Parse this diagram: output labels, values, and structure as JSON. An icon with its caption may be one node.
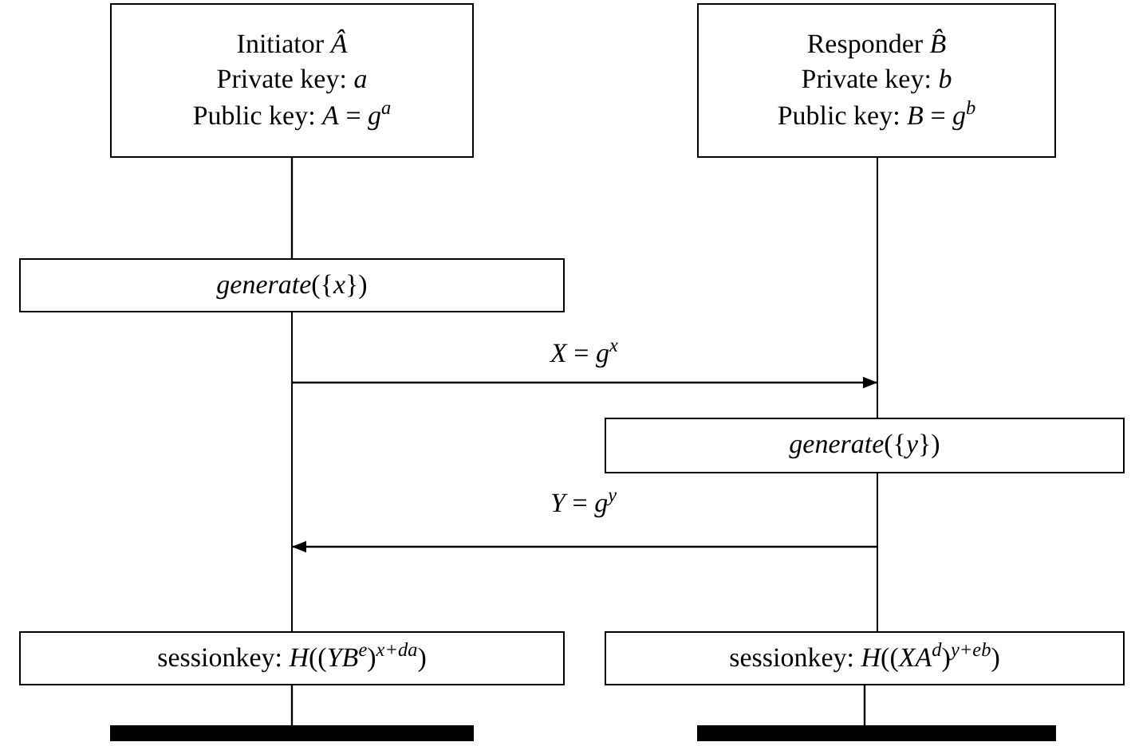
{
  "diagram": {
    "nodes": [
      {
        "text": [
          "Initiator *Â*",
          "Private key: *a*",
          "Public key: *A* = *g*$^{a}$"
        ]
      },
      {
        "text": [
          "Responder *B̂*",
          "Private key: *b*",
          "Public key: *B* = *g*$^{b}$"
        ]
      },
      {
        "text": [
          "*generate*({*x*})"
        ]
      },
      {
        "text": [
          "*generate*({*y*})"
        ]
      },
      {
        "text": [
          "sessionkey: *H*((*YB*$^{e}$)$^{x+da}$)"
        ]
      },
      {
        "text": [
          "sessionkey: *H*((*XA*$^{d}$)$^{y+eb}$)"
        ]
      },
      {
        "text": [],
        "shape": "bar"
      },
      {
        "text": [],
        "shape": "bar"
      },
      {
        "text": [],
        "shape": "line"
      },
      {
        "text": [],
        "shape": "line"
      },
      {
        "text": [],
        "shape": "line"
      }
    ],
    "edges": [
      {
        "from": 0,
        "to": 2,
        "arrow": "none"
      },
      {
        "from": 4,
        "to": 6,
        "arrow": "none"
      },
      {
        "from": 5,
        "to": 7,
        "arrow": "none"
      },
      {
        "from": 8,
        "to": 9,
        "arrow": "to",
        "label": "*X* = *g*$^{x}$"
      },
      {
        "from": 10,
        "to": 8,
        "arrow": "to",
        "label": "*Y* = *g*$^{y}$"
      }
    ]
  }
}
